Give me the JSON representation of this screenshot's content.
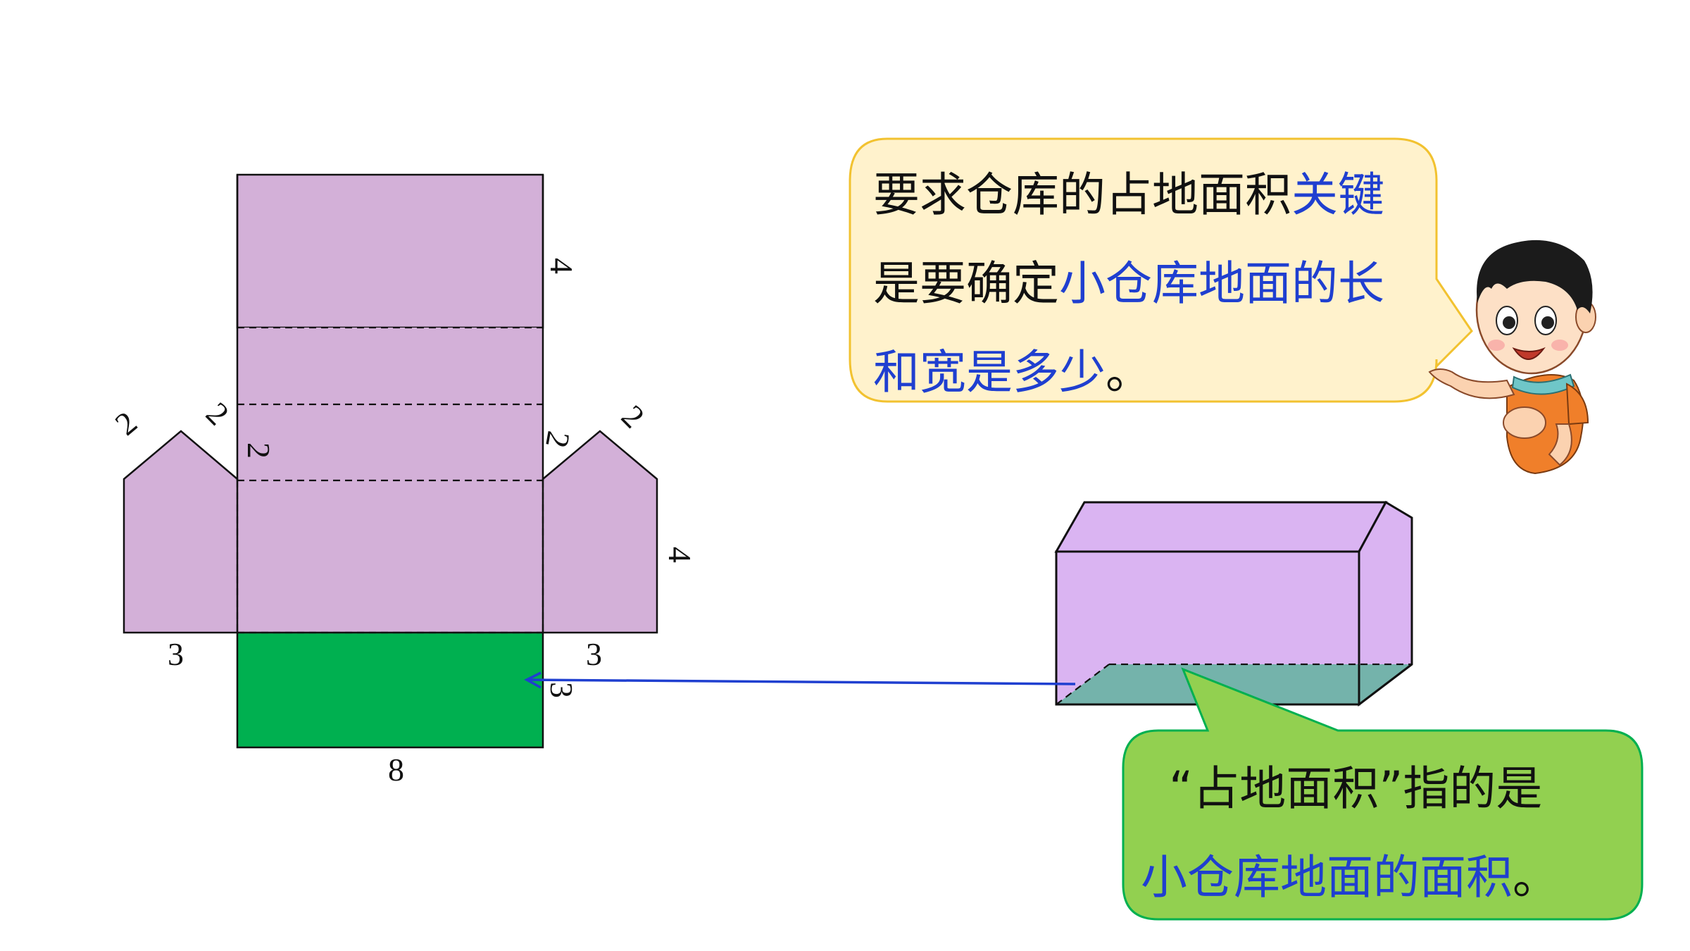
{
  "net": {
    "dims": {
      "top_height": "4",
      "roof_left_a": "2",
      "roof_left_b": "2",
      "middle_band": "2",
      "roof_right_a": "2",
      "roof_right_b": "2",
      "side_height": "4",
      "left_width": "3",
      "right_width": "3",
      "base_width_side": "3",
      "base_length": "8"
    }
  },
  "bubble_teacher": {
    "seg1": "要求仓库的占地面积",
    "seg2": "关键",
    "seg3": "是要确定",
    "seg4": "小仓库地面",
    "seg5": "的长和宽是多少",
    "seg6": "。"
  },
  "bubble_note": {
    "line1": "“占地面积”指的是",
    "line2_blue": "小仓库地面的面积",
    "line2_end": "。"
  },
  "colors": {
    "net_fill": "#d3b0d8",
    "base_fill": "#00b050",
    "prism_fill": "#dab4f2",
    "prism_floor": "#6fb3a6",
    "arrow": "#1f3fd0",
    "bubble1_bg": "#fff2cc",
    "bubble1_border": "#f2c230",
    "bubble2_bg": "#92d050",
    "bubble2_border": "#00b050",
    "highlight_text": "#1f3fd0"
  }
}
